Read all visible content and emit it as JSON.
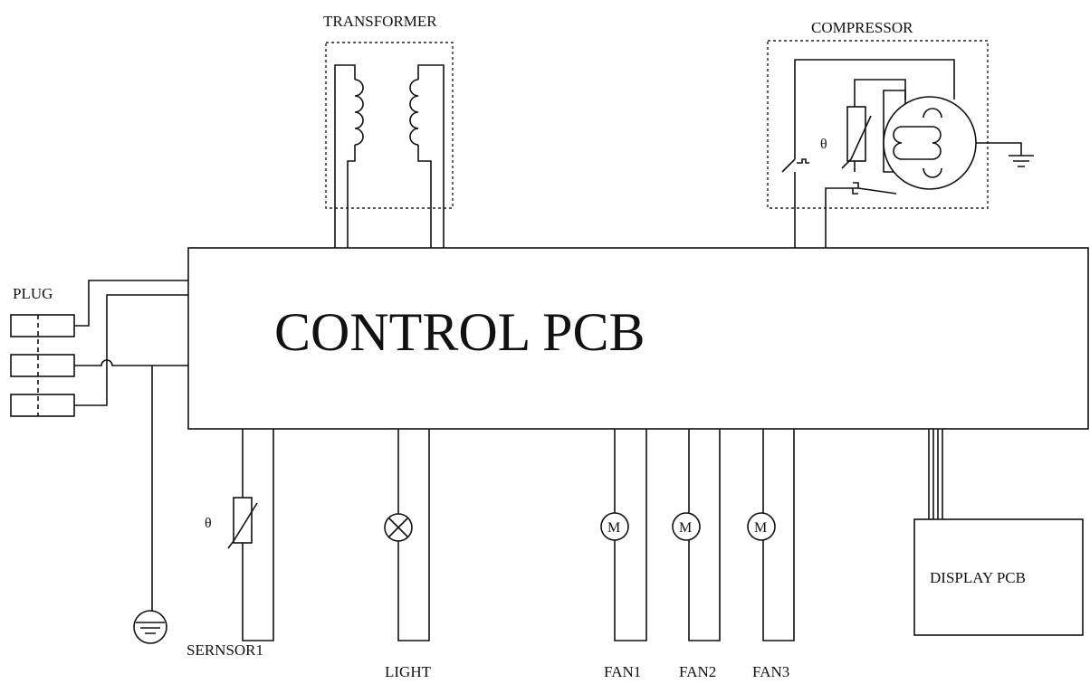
{
  "labels": {
    "transformer": "TRANSFORMER",
    "compressor": "COMPRESSOR",
    "plug": "PLUG",
    "control_pcb": "CONTROL PCB",
    "sensor": "SERNSOR1",
    "light": "LIGHT",
    "fan1": "FAN1",
    "fan2": "FAN2",
    "fan3": "FAN3",
    "display_pcb": "DISPLAY PCB"
  },
  "symbols": {
    "theta": "θ",
    "motor": "M"
  }
}
